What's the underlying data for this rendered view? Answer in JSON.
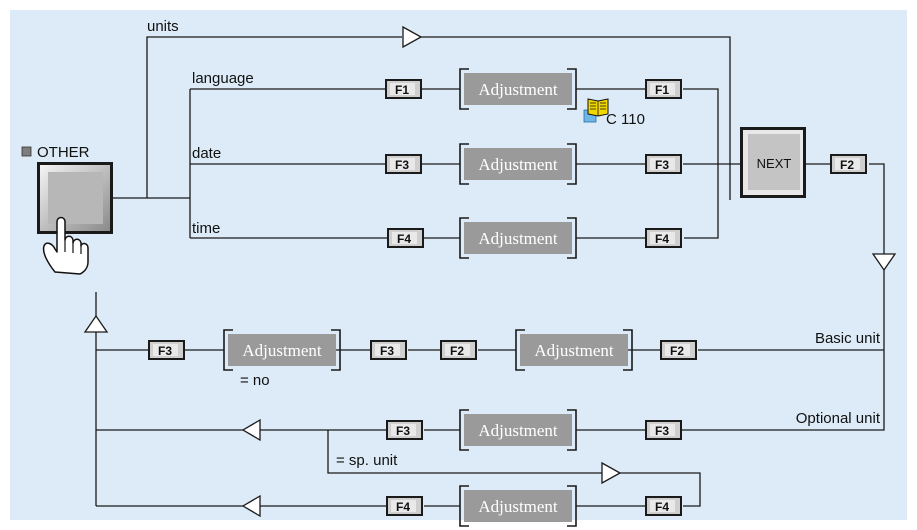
{
  "colors": {
    "background": "#dcebf7",
    "key_fill": "#cfcfcf",
    "adjustment_fill": "#9a9a9a",
    "book_icon": "#f2d600",
    "line": "#1a1a1a"
  },
  "other_button": {
    "label": "OTHER",
    "icon": "hand-pointer-icon"
  },
  "next_button": {
    "label": "NEXT"
  },
  "branches": {
    "units": "units",
    "language": "language",
    "date": "date",
    "time": "time",
    "basic_unit": "Basic unit",
    "optional_unit": "Optional unit"
  },
  "conditions": {
    "no": "= no",
    "sp_unit": "= sp. unit"
  },
  "reference": {
    "label": "C 110",
    "icon": "book-icon"
  },
  "keys": {
    "F1": "F1",
    "F2": "F2",
    "F3": "F3",
    "F4": "F4"
  },
  "adjustment_label": "Adjustment"
}
